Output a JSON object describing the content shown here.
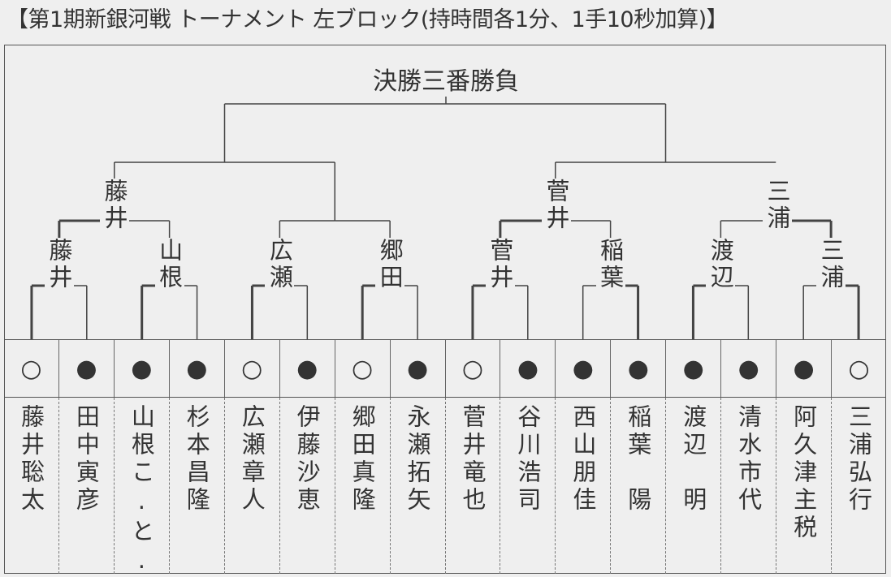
{
  "title": "【第1期新銀河戦 トーナメント 左ブロック(持時間各1分、1手10秒加算)】",
  "final_label": "決勝三番勝負",
  "round3_winners": [
    "藤井",
    "菅井",
    "三浦"
  ],
  "round2_winners": [
    "藤井",
    "山根",
    "広瀬",
    "郷田",
    "菅井",
    "稲葉",
    "渡辺",
    "三浦"
  ],
  "marks": [
    "○",
    "●",
    "●",
    "●",
    "○",
    "●",
    "○",
    "●",
    "○",
    "●",
    "●",
    "●",
    "●",
    "●",
    "●",
    "○"
  ],
  "players": [
    "藤井聡太",
    "田中寅彦",
    "山根こ.と.み",
    "杉本昌隆",
    "広瀬章人",
    "伊藤沙恵",
    "郷田真隆",
    "永瀬拓矢",
    "菅井竜也",
    "谷川浩司",
    "西山朋佳",
    "稲葉　陽",
    "渡辺　明",
    "清水市代",
    "阿久津主税",
    "三浦弘行"
  ],
  "colors": {
    "background": "#efefef",
    "text": "#333333",
    "line": "#444444"
  }
}
